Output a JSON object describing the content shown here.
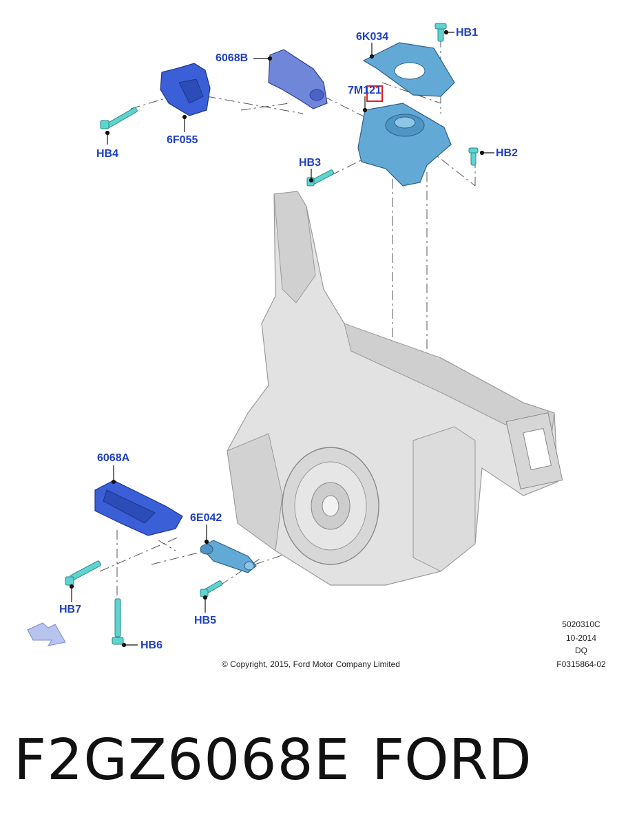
{
  "diagram": {
    "callouts": {
      "c6K034": "6K034",
      "cHB1": "HB1",
      "c6068B": "6068B",
      "c7M121": "7M121",
      "cHB4": "HB4",
      "c6F055": "6F055",
      "cHB3": "HB3",
      "cHB2": "HB2",
      "c6068A": "6068A",
      "c6E042": "6E042",
      "cHB7": "HB7",
      "cHB5": "HB5",
      "cHB6": "HB6"
    },
    "copyright": "© Copyright, 2015, Ford Motor Company Limited",
    "meta": {
      "code": "5020310C",
      "date": "10-2014",
      "dq": "DQ",
      "figure": "F0315864-02"
    },
    "colors": {
      "part_blue": "#3a5fd6",
      "part_light_blue": "#62a9d6",
      "bolt_cyan": "#5fd3cf",
      "engine_grey": "#d9d9d9",
      "callout_text": "#1f3fbf",
      "highlight": "#e01f1f"
    }
  },
  "footer": {
    "part_number": "F2GZ6068E",
    "brand": "FORD"
  }
}
